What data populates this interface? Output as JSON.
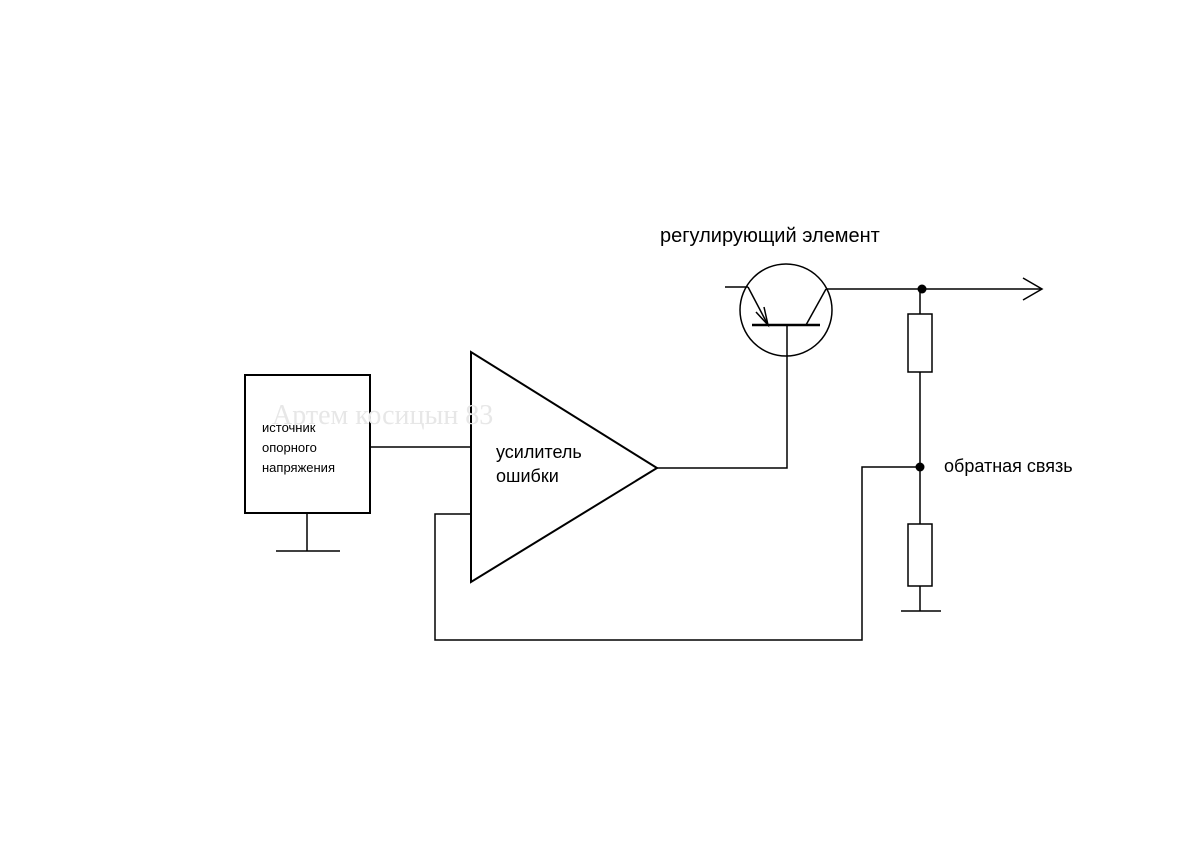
{
  "diagram": {
    "labels": {
      "regulating_element": "регулирующий элемент",
      "error_amplifier": [
        "усилитель",
        "ошибки"
      ],
      "reference_source": [
        "источник",
        "опорного",
        "напряжения"
      ],
      "feedback": "обратная связь"
    },
    "watermark": "Артем косицын 83",
    "colors": {
      "line": "#000000",
      "background": "#ffffff",
      "watermark": "#e7e7e7"
    }
  }
}
